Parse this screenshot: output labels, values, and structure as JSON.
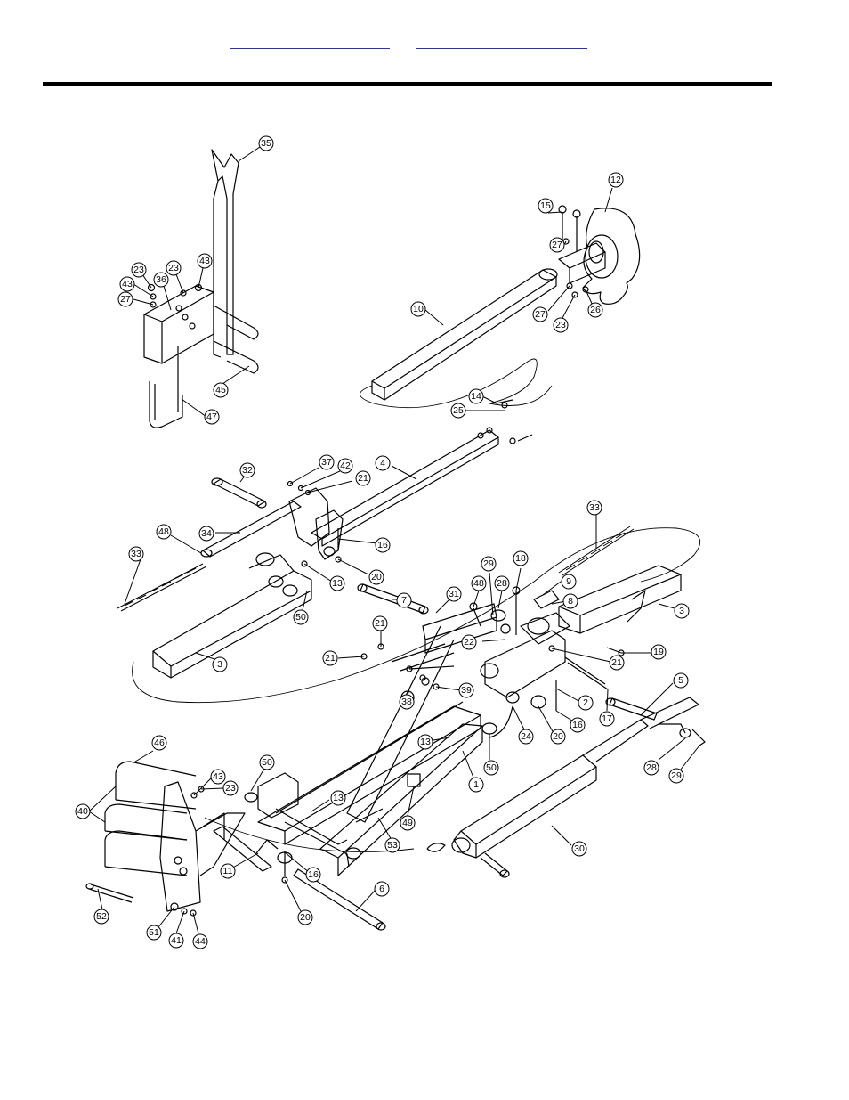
{
  "header": {
    "links": [
      "",
      ""
    ]
  },
  "callouts": [
    "35",
    "12",
    "15",
    "27",
    "23",
    "26",
    "27",
    "23",
    "43",
    "23",
    "36",
    "43",
    "27",
    "45",
    "47",
    "10",
    "14",
    "25",
    "4",
    "37",
    "42",
    "21",
    "32",
    "34",
    "16",
    "20",
    "48",
    "33",
    "13",
    "50",
    "3",
    "33",
    "29",
    "18",
    "28",
    "48",
    "31",
    "9",
    "8",
    "3",
    "7",
    "21",
    "21",
    "22",
    "21",
    "19",
    "39",
    "38",
    "2",
    "17",
    "24",
    "20",
    "16",
    "5",
    "13",
    "50",
    "1",
    "29",
    "28",
    "46",
    "43",
    "23",
    "50",
    "13",
    "40",
    "49",
    "53",
    "30",
    "16",
    "11",
    "20",
    "6",
    "52",
    "51",
    "41",
    "44"
  ]
}
